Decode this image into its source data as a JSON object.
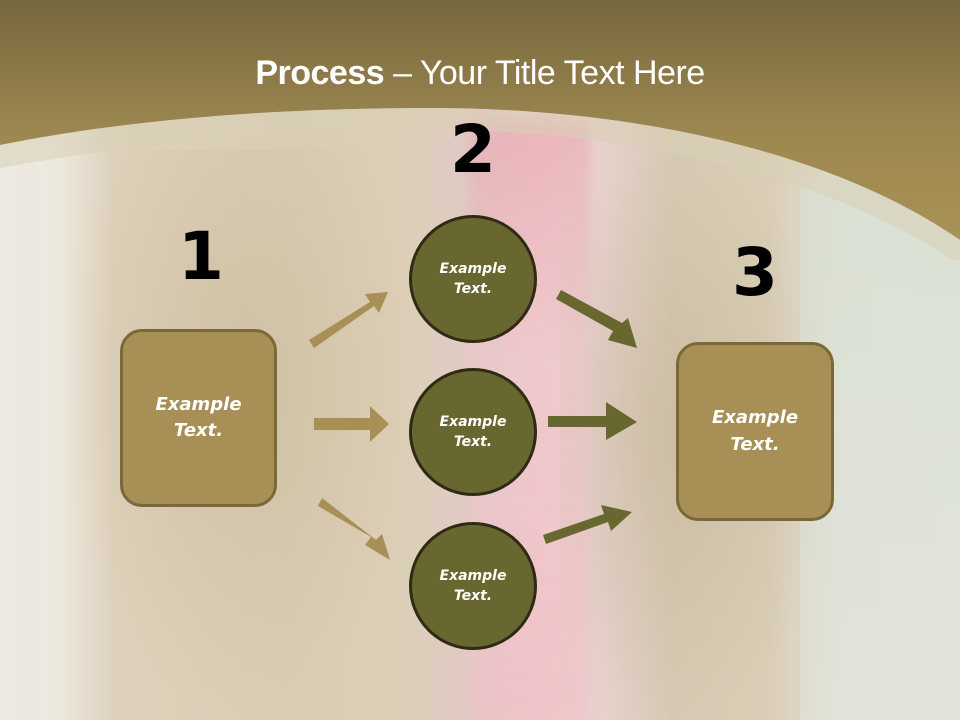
{
  "slide": {
    "title_bold": "Process",
    "title_rest": " – Your Title Text Here",
    "colors": {
      "header_top": "#76673d",
      "header_bottom": "#a68e54",
      "box_fill": "#a88f55",
      "box_border": "#7a6838",
      "circle_fill": "#67672f",
      "circle_border": "#2e2a14",
      "arrow_gold": "#a88f55",
      "arrow_olive": "#67672f"
    }
  },
  "steps": [
    {
      "number": "1",
      "label": "Example\nText."
    },
    {
      "number": "2",
      "label": ""
    },
    {
      "number": "3",
      "label": "Example\nText."
    }
  ],
  "circles": [
    {
      "label": "Example\nText."
    },
    {
      "label": "Example\nText."
    },
    {
      "label": "Example\nText."
    }
  ],
  "arrows": [
    {
      "name": "arrow-box1-to-circle1",
      "direction": "up-right"
    },
    {
      "name": "arrow-box1-to-circle2",
      "direction": "right"
    },
    {
      "name": "arrow-box1-to-circle3",
      "direction": "down-right"
    },
    {
      "name": "arrow-circle1-to-box3",
      "direction": "down-right"
    },
    {
      "name": "arrow-circle2-to-box3",
      "direction": "right"
    },
    {
      "name": "arrow-circle3-to-box3",
      "direction": "up-right"
    }
  ]
}
